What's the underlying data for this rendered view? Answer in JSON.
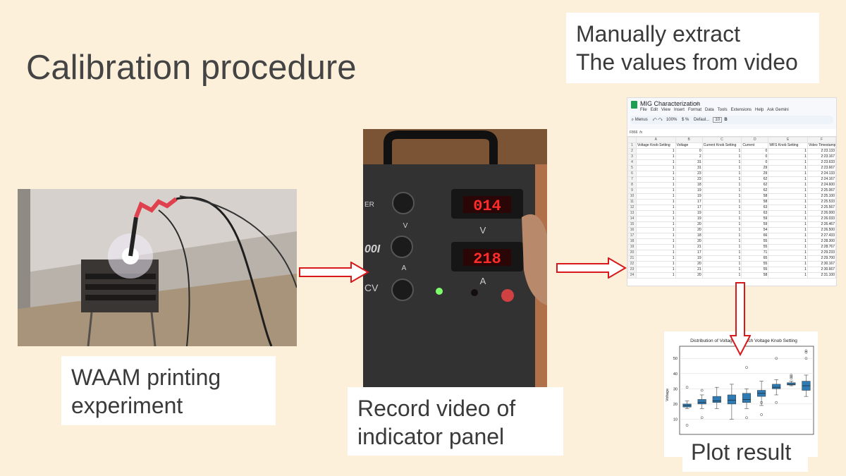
{
  "slide": {
    "title": "Calibration procedure",
    "step_waam": "WAAM printing experiment",
    "step_waam_lines": [
      "WAAM printing",
      "experiment"
    ],
    "step_record_lines": [
      "Record video of",
      "indicator panel"
    ],
    "step_extract_lines": [
      "Manually extract",
      "The values from video"
    ],
    "step_plot": "Plot result"
  },
  "panel": {
    "voltage_display": "014",
    "current_display": "218",
    "voltage_unit": "V",
    "current_unit": "A",
    "knob_labels": [
      "V",
      "A"
    ],
    "mode_label": "CV",
    "side_text": "ER",
    "brand_text": "00I"
  },
  "spreadsheet": {
    "doc_title": "MIG Characterization",
    "menu": [
      "File",
      "Edit",
      "View",
      "Insert",
      "Format",
      "Data",
      "Tools",
      "Extensions",
      "Help",
      "Ask Gemini"
    ],
    "toolbar_menus": "Menus",
    "zoom": "100%",
    "font": "Defaul...",
    "font_size": "10",
    "cell_ref": "F866",
    "col_letters": [
      "A",
      "B",
      "C",
      "D",
      "E",
      "F"
    ],
    "headers": [
      "Voltage Knob Setting",
      "Voltage",
      "Current Knob Setting",
      "Current",
      "WFS Knob Setting",
      "Video Timestamp"
    ],
    "rows": [
      [
        "1",
        "0",
        "1",
        "0",
        "1",
        "2:23.133"
      ],
      [
        "1",
        "2",
        "1",
        "0",
        "1",
        "2:23.167"
      ],
      [
        "1",
        "31",
        "1",
        "0",
        "1",
        "2:23.633"
      ],
      [
        "1",
        "31",
        "1",
        "29",
        "1",
        "2:23.667"
      ],
      [
        "1",
        "23",
        "1",
        "29",
        "1",
        "2:24.133"
      ],
      [
        "1",
        "23",
        "1",
        "62",
        "1",
        "2:24.167"
      ],
      [
        "1",
        "18",
        "1",
        "62",
        "1",
        "2:24.600"
      ],
      [
        "1",
        "19",
        "1",
        "62",
        "1",
        "2:25.067"
      ],
      [
        "1",
        "19",
        "1",
        "58",
        "1",
        "2:25.100"
      ],
      [
        "1",
        "17",
        "1",
        "58",
        "1",
        "2:25.533"
      ],
      [
        "1",
        "17",
        "1",
        "63",
        "1",
        "2:25.567"
      ],
      [
        "1",
        "19",
        "1",
        "63",
        "1",
        "2:26.000"
      ],
      [
        "1",
        "19",
        "1",
        "59",
        "1",
        "2:26.033"
      ],
      [
        "1",
        "20",
        "1",
        "59",
        "1",
        "2:26.467"
      ],
      [
        "1",
        "20",
        "1",
        "54",
        "1",
        "2:26.500"
      ],
      [
        "1",
        "18",
        "1",
        "66",
        "1",
        "2:27.433"
      ],
      [
        "1",
        "20",
        "1",
        "55",
        "1",
        "2:28.300"
      ],
      [
        "1",
        "21",
        "1",
        "55",
        "1",
        "2:28.767"
      ],
      [
        "1",
        "17",
        "1",
        "71",
        "1",
        "2:29.233"
      ],
      [
        "1",
        "19",
        "1",
        "65",
        "1",
        "2:29.700"
      ],
      [
        "1",
        "20",
        "1",
        "55",
        "1",
        "2:30.167"
      ],
      [
        "1",
        "21",
        "1",
        "55",
        "1",
        "2:30.667"
      ],
      [
        "1",
        "20",
        "1",
        "58",
        "1",
        "2:31.100"
      ]
    ]
  },
  "chart_data": {
    "type": "box",
    "title": "Distribution of Voltage for Each Voltage Knob Setting",
    "ylabel": "Voltage",
    "ylim": [
      0,
      58
    ],
    "yticks": [
      "10",
      "20",
      "30",
      "40",
      "50"
    ],
    "box_color": "#2e7bb4",
    "series": [
      {
        "q1": 18,
        "median": 19,
        "q3": 20,
        "whislo": 17,
        "whishi": 22,
        "fliers": [
          31,
          6
        ]
      },
      {
        "q1": 20,
        "median": 21,
        "q3": 23,
        "whislo": 17,
        "whishi": 26,
        "fliers": [
          29,
          11
        ]
      },
      {
        "q1": 21,
        "median": 22,
        "q3": 25,
        "whislo": 17,
        "whishi": 31,
        "fliers": []
      },
      {
        "q1": 20,
        "median": 22.5,
        "q3": 26,
        "whislo": 10,
        "whishi": 33,
        "fliers": []
      },
      {
        "q1": 21,
        "median": 23,
        "q3": 27,
        "whislo": 17,
        "whishi": 30,
        "fliers": [
          44,
          11
        ]
      },
      {
        "q1": 25,
        "median": 27,
        "q3": 29,
        "whislo": 19,
        "whishi": 35,
        "fliers": [
          21,
          13
        ]
      },
      {
        "q1": 30,
        "median": 31,
        "q3": 33,
        "whislo": 26,
        "whishi": 36,
        "fliers": [
          50,
          21
        ]
      },
      {
        "q1": 32.5,
        "median": 33,
        "q3": 34,
        "whislo": 32,
        "whishi": 35,
        "fliers": [
          39,
          37,
          38
        ]
      },
      {
        "q1": 29,
        "median": 32,
        "q3": 35,
        "whislo": 25,
        "whishi": 39,
        "fliers": [
          50,
          54,
          55
        ]
      }
    ]
  }
}
